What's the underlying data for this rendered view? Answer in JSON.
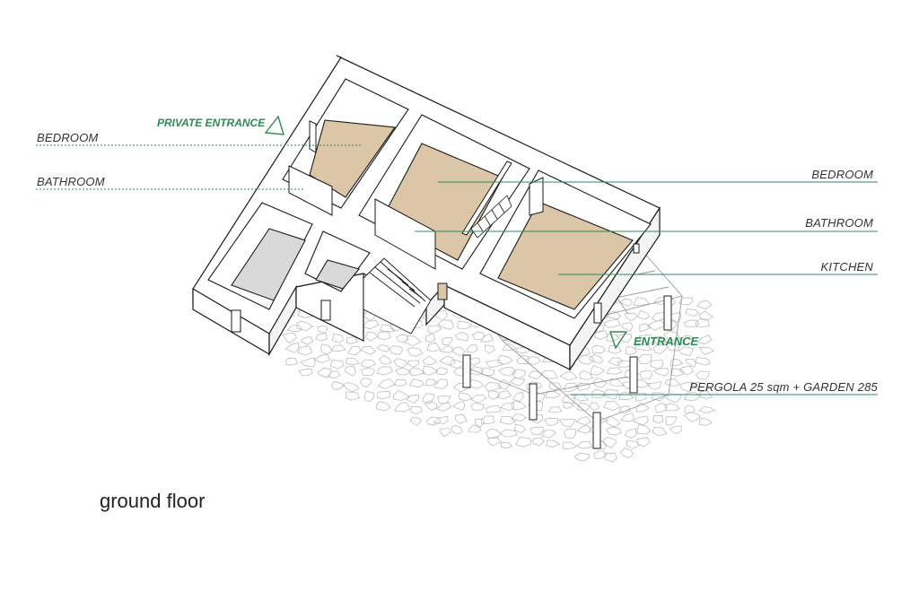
{
  "colors": {
    "floor": "#dcc6a8",
    "light_floor": "#d9d9d9",
    "wall_line": "#1a1a1a",
    "leader_green": "#2e8b57",
    "label_text": "#333333",
    "accent_green": "#2e8b57",
    "stone": "#bdbdbd"
  },
  "labels": {
    "private_entrance": "PRIVATE ENTRANCE",
    "entrance": "ENTRANCE",
    "left_bedroom": "BEDROOM",
    "left_bathroom": "BATHROOM",
    "right_bedroom": "BEDROOM",
    "right_bathroom": "BATHROOM",
    "right_kitchen": "KITCHEN",
    "pergola_garden": "PERGOLA 25 sqm + GARDEN 285"
  },
  "caption": "ground floor"
}
